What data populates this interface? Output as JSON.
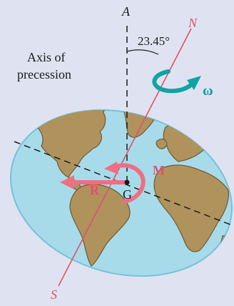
{
  "labels": {
    "axis_A": "A",
    "north": "N",
    "south": "S",
    "angle": "23.45°",
    "precession_axis": "Axis of",
    "precession_axis_line2": "precession",
    "omega": "ω",
    "moment": "M",
    "force": "R",
    "center": "G"
  },
  "colors": {
    "background": "#dfe3f1",
    "ocean": "#a8dbea",
    "ocean_rim": "#74c2da",
    "land": "#b0925c",
    "land_outline": "#6e5a34",
    "spin_axis": "#e0506b",
    "moment_arrow": "#ee6f82",
    "omega_arrow": "#12a3a3",
    "dashed_lines": "#1b1b1b"
  }
}
